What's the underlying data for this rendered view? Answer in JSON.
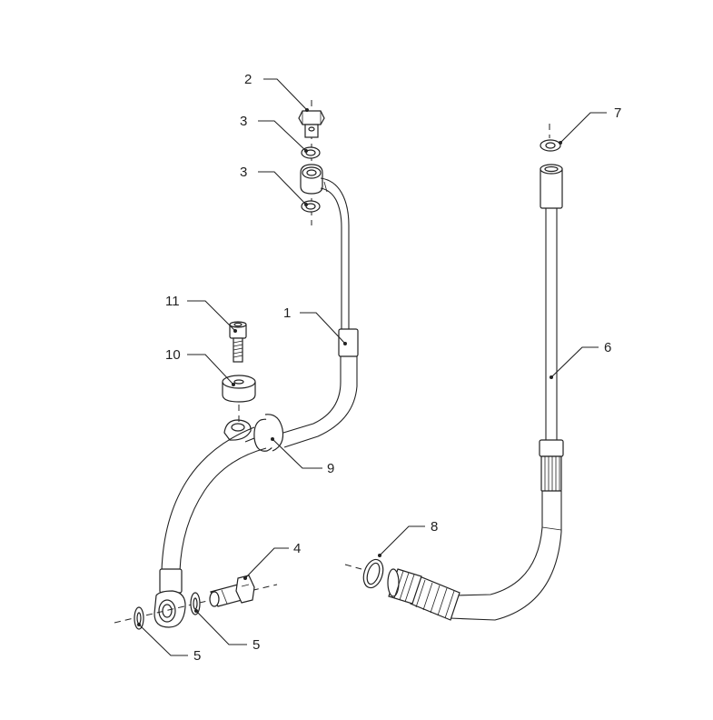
{
  "callouts": {
    "c1": "1",
    "c2": "2",
    "c3a": "3",
    "c3b": "3",
    "c4": "4",
    "c5a": "5",
    "c5b": "5",
    "c6": "6",
    "c7": "7",
    "c8": "8",
    "c9": "9",
    "c10": "10",
    "c11": "11"
  }
}
